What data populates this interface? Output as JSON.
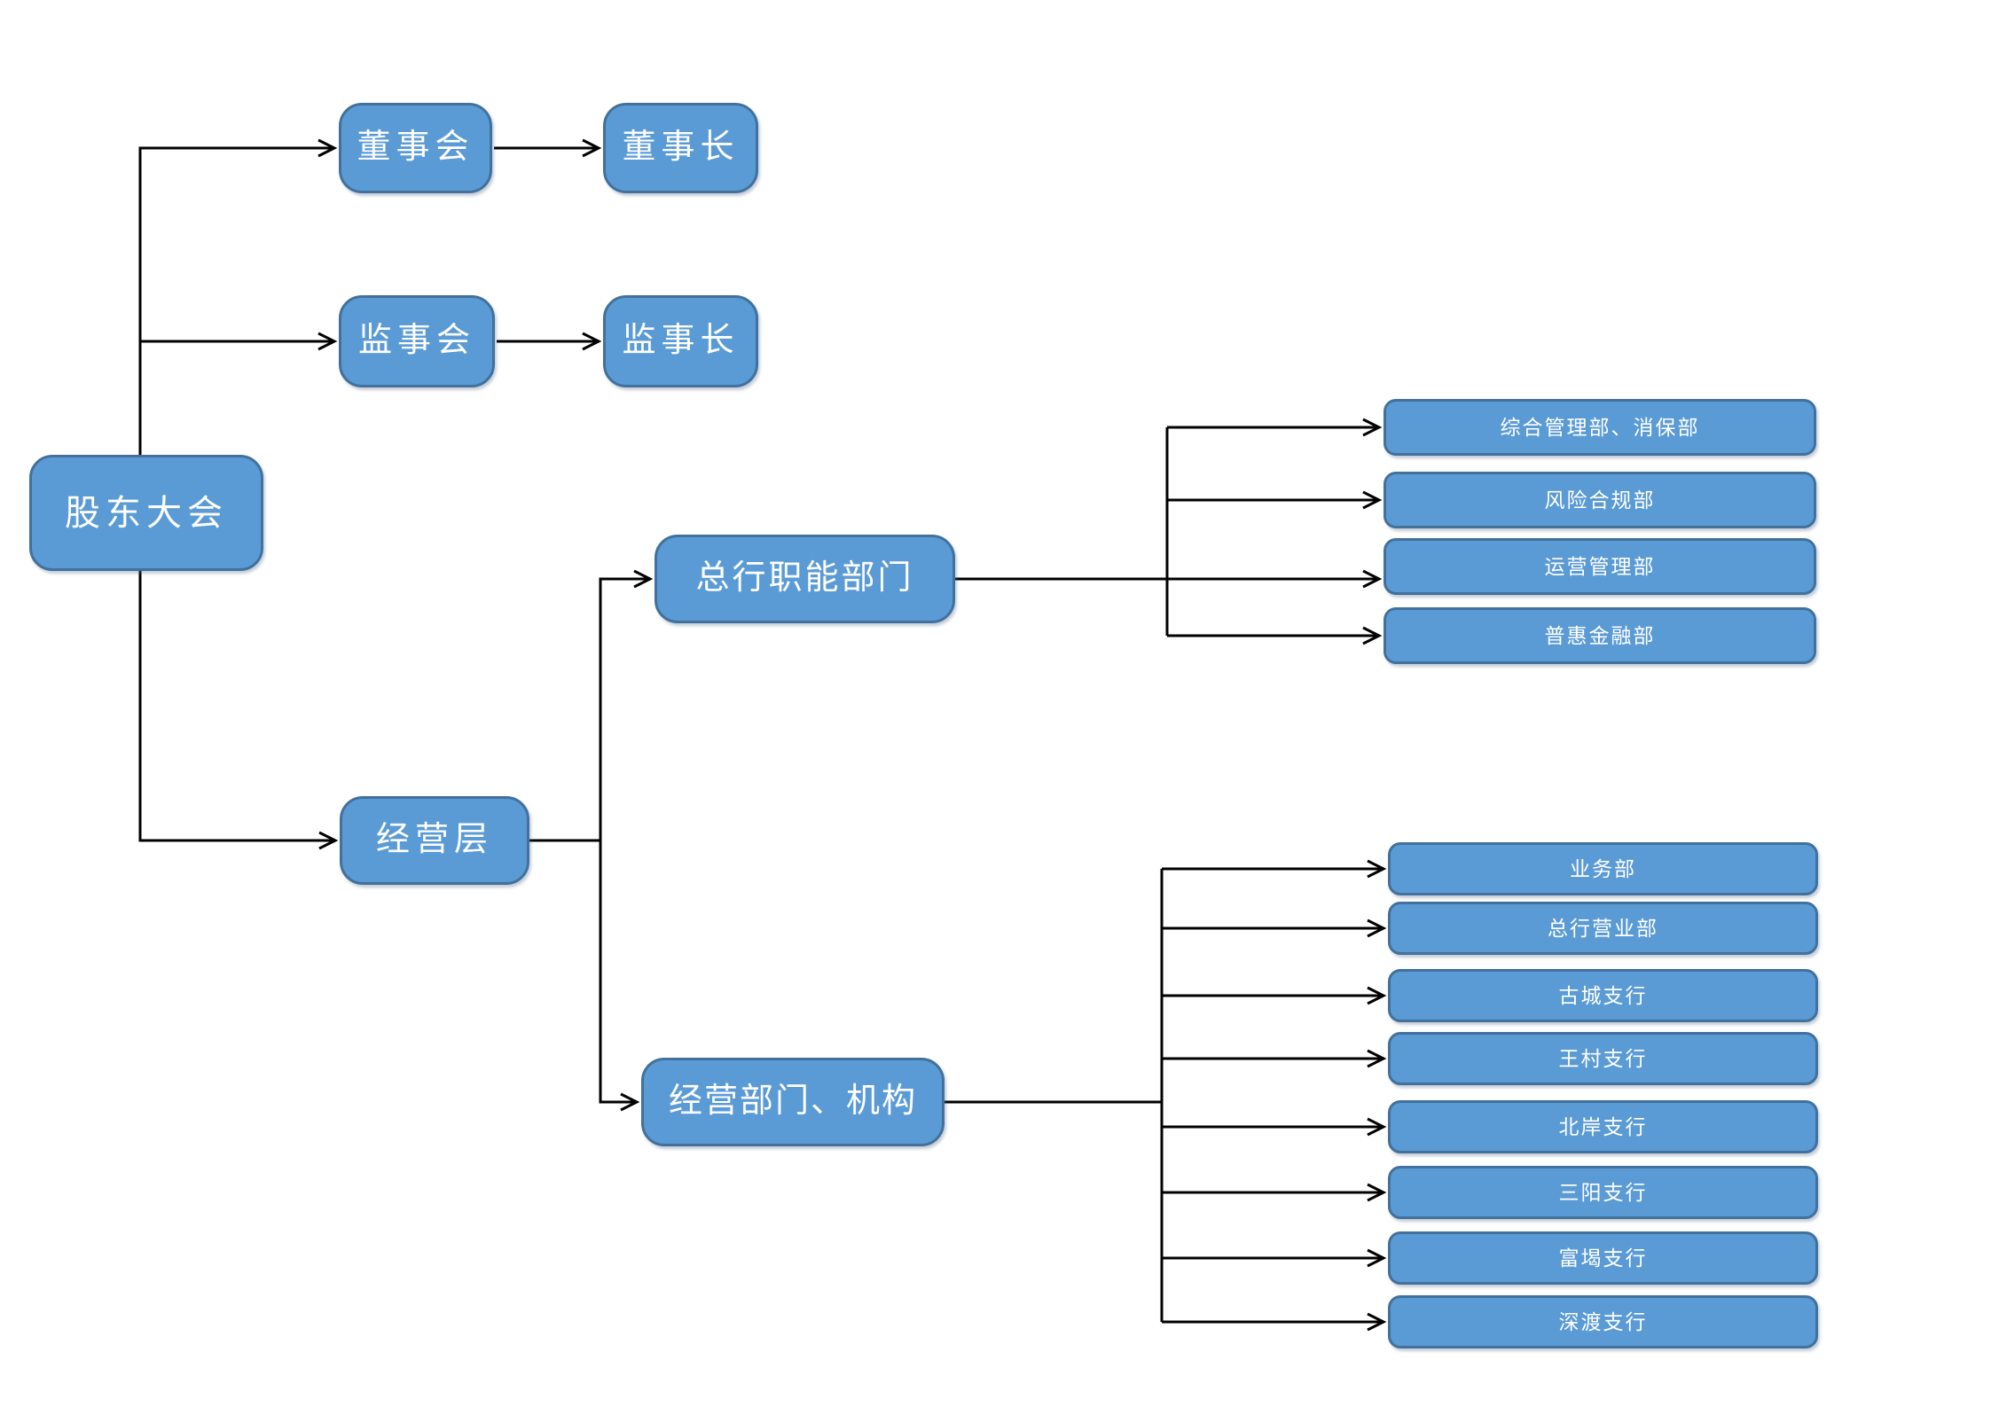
{
  "diagram_type": "org-chart",
  "colors": {
    "node_fill": "#5B9BD5",
    "node_border": "#41719C",
    "node_text": "#FFFFFF",
    "connector": "#000000",
    "background": "#FFFFFF"
  },
  "nodes": {
    "shareholders": {
      "label": "股东大会"
    },
    "board": {
      "label": "董事会"
    },
    "chairman": {
      "label": "董事长"
    },
    "supervisory": {
      "label": "监事会"
    },
    "chief_supervisor": {
      "label": "监事长"
    },
    "management": {
      "label": "经营层"
    },
    "ho_departments": {
      "label": "总行职能部门"
    },
    "operating_units": {
      "label": "经营部门、机构"
    },
    "general_admin": {
      "label": "综合管理部、消保部"
    },
    "risk_compliance": {
      "label": "风险合规部"
    },
    "operations_mgmt": {
      "label": "运营管理部"
    },
    "inclusive_finance": {
      "label": "普惠金融部"
    },
    "business_dept": {
      "label": "业务部"
    },
    "ho_business_dept": {
      "label": "总行营业部"
    },
    "gucheng_branch": {
      "label": "古城支行"
    },
    "wangcun_branch": {
      "label": "王村支行"
    },
    "beian_branch": {
      "label": "北岸支行"
    },
    "sanyang_branch": {
      "label": "三阳支行"
    },
    "fue_branch": {
      "label": "富堨支行"
    },
    "shendu_branch": {
      "label": "深渡支行"
    }
  },
  "edges": [
    [
      "shareholders",
      "board"
    ],
    [
      "board",
      "chairman"
    ],
    [
      "shareholders",
      "supervisory"
    ],
    [
      "supervisory",
      "chief_supervisor"
    ],
    [
      "shareholders",
      "management"
    ],
    [
      "management",
      "ho_departments"
    ],
    [
      "management",
      "operating_units"
    ],
    [
      "ho_departments",
      "general_admin"
    ],
    [
      "ho_departments",
      "risk_compliance"
    ],
    [
      "ho_departments",
      "operations_mgmt"
    ],
    [
      "ho_departments",
      "inclusive_finance"
    ],
    [
      "operating_units",
      "business_dept"
    ],
    [
      "operating_units",
      "ho_business_dept"
    ],
    [
      "operating_units",
      "gucheng_branch"
    ],
    [
      "operating_units",
      "wangcun_branch"
    ],
    [
      "operating_units",
      "beian_branch"
    ],
    [
      "operating_units",
      "sanyang_branch"
    ],
    [
      "operating_units",
      "fue_branch"
    ],
    [
      "operating_units",
      "shendu_branch"
    ]
  ]
}
